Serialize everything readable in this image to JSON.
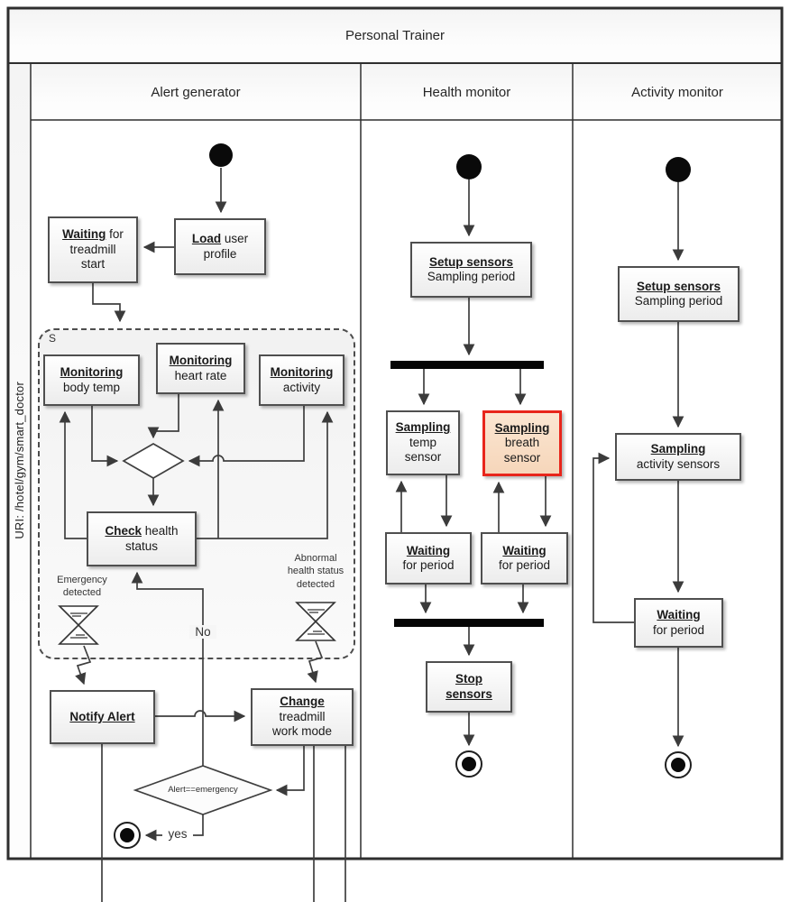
{
  "diagram": {
    "title": "Personal Trainer",
    "uri_label": "URI: /hotel/gym/smart_doctor",
    "lanes": [
      {
        "label": "Alert generator"
      },
      {
        "label": "Health monitor"
      },
      {
        "label": "Activity monitor"
      }
    ],
    "region_label": "S",
    "colors": {
      "highlight_border": "#e8251b",
      "highlight_fill": "#f9ddc5",
      "edge": "#3f3f3f",
      "box_border": "#4f4f4f"
    }
  },
  "nodes": {
    "load_user_profile": {
      "strong": "Load",
      "rest": " user\nprofile"
    },
    "waiting_treadmill": {
      "strong": "Waiting",
      "rest": " for\ntreadmill\nstart"
    },
    "monitoring_body": {
      "strong": "Monitoring",
      "rest": "\nbody temp"
    },
    "monitoring_heart": {
      "strong": "Monitoring",
      "rest": "\nheart rate"
    },
    "monitoring_activity": {
      "strong": "Monitoring",
      "rest": "\nactivity"
    },
    "check_health": {
      "strong": "Check",
      "rest": " health\nstatus"
    },
    "notify_alert": {
      "strong": "Notify Alert",
      "rest": ""
    },
    "change_treadmill": {
      "strong": "Change",
      "rest": "\ntreadmill\nwork mode"
    },
    "setup_health": {
      "strong": "Setup sensors",
      "rest": "\nSampling period"
    },
    "sampling_temp": {
      "strong": "Sampling",
      "rest": "\ntemp\nsensor"
    },
    "sampling_breath": {
      "strong": "Sampling",
      "rest": "\nbreath\nsensor"
    },
    "waiting_temp": {
      "strong": "Waiting",
      "rest": "\nfor period"
    },
    "waiting_breath": {
      "strong": "Waiting",
      "rest": "\nfor period"
    },
    "stop_sensors": {
      "strong": "Stop\nsensors",
      "rest": ""
    },
    "setup_activity": {
      "strong": "Setup sensors",
      "rest": "\nSampling period"
    },
    "sampling_activity": {
      "strong": "Sampling",
      "rest": "\nactivity sensors"
    },
    "waiting_activity": {
      "strong": "Waiting",
      "rest": "\nfor period"
    }
  },
  "labels": {
    "emergency": "Emergency\ndetected",
    "abnormal": "Abnormal\nhealth status\ndetected",
    "no": "No",
    "yes": "yes",
    "guard": "Alert==emergency"
  }
}
